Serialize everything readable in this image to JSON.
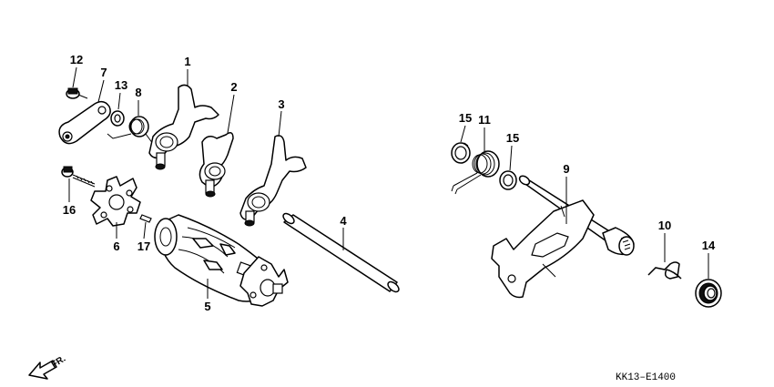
{
  "diagram": {
    "part_numbers": [
      "1",
      "2",
      "3",
      "4",
      "5",
      "6",
      "7",
      "8",
      "9",
      "10",
      "11",
      "12",
      "13",
      "14",
      "15",
      "15",
      "16",
      "17"
    ],
    "front_indicator": "FR.",
    "diagram_code": "KK13–E1400"
  }
}
